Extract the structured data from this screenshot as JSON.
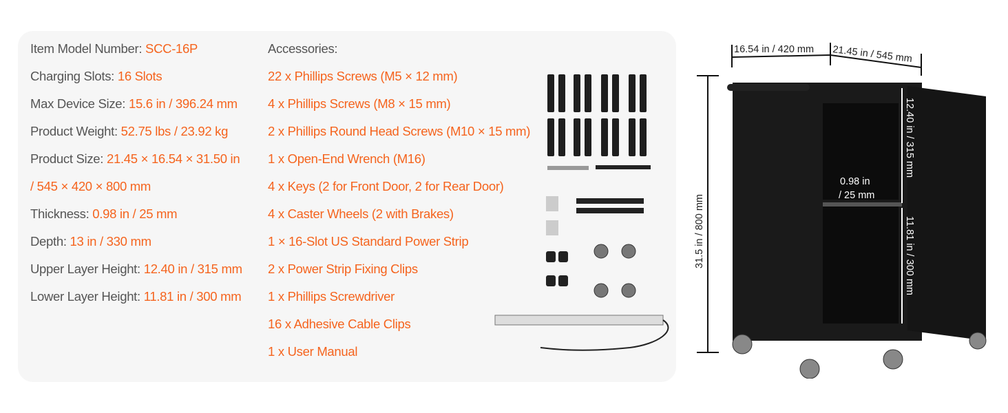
{
  "specs": [
    {
      "label": "Item Model Number: ",
      "value": "SCC-16P"
    },
    {
      "label": "Charging Slots: ",
      "value": "16 Slots"
    },
    {
      "label": "Max Device Size: ",
      "value": "15.6 in / 396.24 mm"
    },
    {
      "label": "Product Weight: ",
      "value": "52.75 lbs / 23.92 kg"
    },
    {
      "label": "Product Size: ",
      "value": "21.45 × 16.54 × 31.50 in"
    },
    {
      "label": "",
      "value": "/ 545 × 420 × 800 mm"
    },
    {
      "label": "Thickness: ",
      "value": "0.98 in / 25 mm"
    },
    {
      "label": "Depth: ",
      "value": "13 in / 330 mm"
    },
    {
      "label": "Upper Layer Height: ",
      "value": "12.40 in / 315 mm"
    },
    {
      "label": "Lower Layer Height: ",
      "value": "11.81 in / 300 mm"
    }
  ],
  "accessories": {
    "title": "Accessories:",
    "items": [
      "22 x Phillips Screws (M5 × 12 mm)",
      "4 x Phillips Screws (M8 × 15 mm)",
      "2 x Phillips Round Head Screws (M10 × 15 mm)",
      "1 x Open-End Wrench (M16)",
      "4 x Keys (2 for Front Door, 2 for Rear Door)",
      "4 x Caster Wheels (2 with Brakes)",
      "1 × 16-Slot US Standard Power Strip",
      "2 x Power Strip Fixing Clips",
      "1 x Phillips Screwdriver",
      "16 x Adhesive Cable Clips",
      "1 x User Manual"
    ]
  },
  "dimensions": {
    "width": "16.54 in / 420 mm",
    "depth": "21.45 in / 545 mm",
    "height": "31.5 in / 800 mm",
    "upper": "12.40 in / 315 mm",
    "lower": "11.81 in / 300 mm",
    "slot_1": "0.98 in",
    "slot_2": "/ 25 mm"
  },
  "colors": {
    "accent": "#f5641e",
    "label": "#555555",
    "panel": "#f6f6f6"
  }
}
